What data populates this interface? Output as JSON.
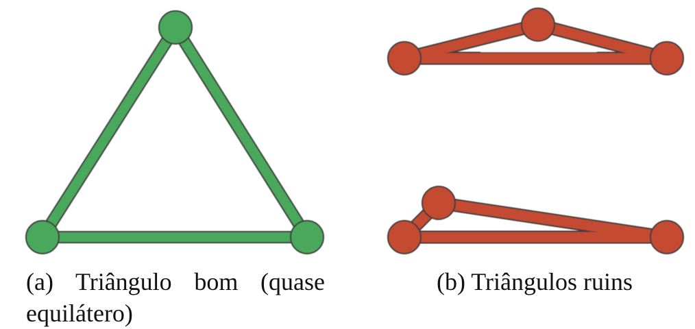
{
  "colors": {
    "good": "#4aa85c",
    "bad": "#c44b30",
    "outline": "#3c3c3c"
  },
  "subfigures": [
    {
      "id": "a",
      "caption": "(a) Triângulo bom (quase equilátero)"
    },
    {
      "id": "b",
      "caption": "(b) Triângulos ruins"
    }
  ]
}
